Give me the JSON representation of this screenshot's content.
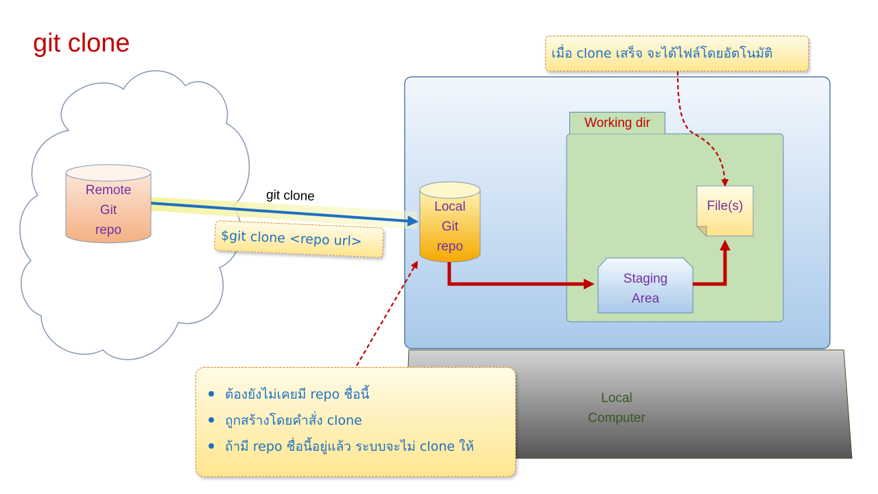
{
  "title": "git clone",
  "notes": {
    "auto_files": "เมื่อ clone เสร็จ จะได้ไฟล์โดยอัตโนมัติ",
    "command": "$git clone <repo url>",
    "bullets": [
      "ต้องยังไม่เคยมี  repo ชื่อนี้",
      "ถูกสร้างโดยคำสั่ง clone",
      "ถ้ามี repo ชื่อนี้อยู่แล้ว ระบบจะไม่ clone ให้"
    ]
  },
  "remote": {
    "lines": [
      "Remote",
      "Git",
      "repo"
    ]
  },
  "arrow_label": "git clone",
  "local_repo": {
    "lines": [
      "Local",
      "Git",
      "repo"
    ]
  },
  "working_dir": {
    "label": "Working dir"
  },
  "staging": {
    "lines": [
      "Staging",
      "Area"
    ]
  },
  "files": {
    "label": "File(s)"
  },
  "computer": {
    "lines": [
      "Local",
      "Computer"
    ]
  },
  "colors": {
    "title": "#c00000",
    "note_text": "#1f6fc0",
    "node_text": "#7030a0",
    "clone_arrow": "#1f6fc0",
    "flow_arrow": "#c00000",
    "computer_text": "#385723"
  }
}
